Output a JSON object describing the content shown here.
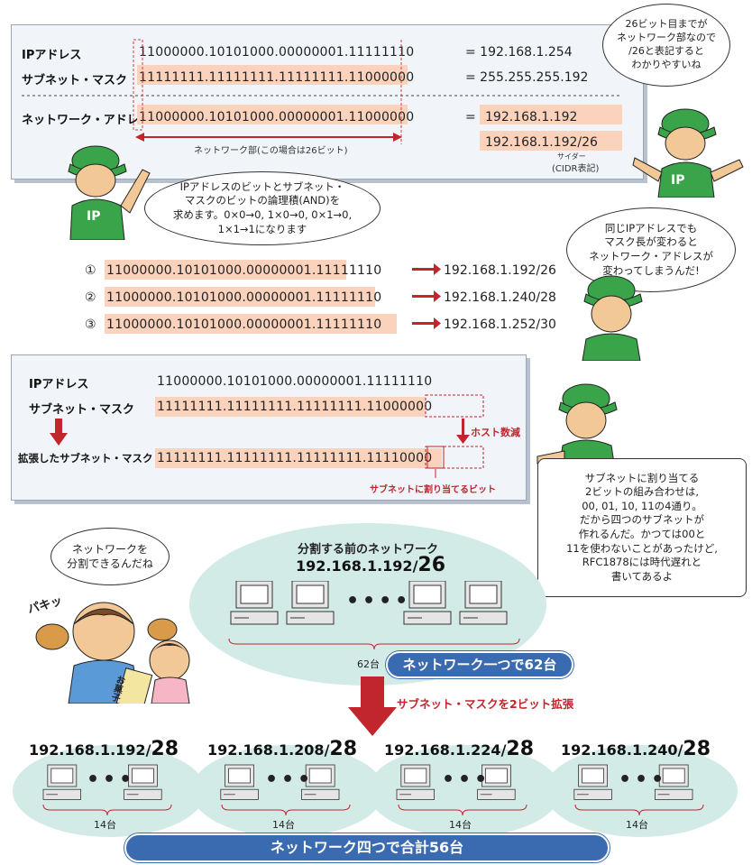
{
  "panel1": {
    "row_ip": {
      "label": "IPアドレス",
      "bits": "11000000.10101000.00000001.11111110",
      "eq": "= 192.168.1.254"
    },
    "row_mask": {
      "label": "サブネット・マスク",
      "bits": "11111111.11111111.11111111.11000000",
      "eq": "= 255.255.255.192"
    },
    "row_net": {
      "label": "ネットワーク・アドレス",
      "bits": "11000000.10101000.00000001.11000000",
      "eq": "=",
      "result": "192.168.1.192"
    },
    "cidr": "192.168.1.192/26",
    "net_part": "ネットワーク部(この場合は26ビット)",
    "cidr_ruby": "サイダー",
    "cidr_note": "(CIDR表記)"
  },
  "bubbles": {
    "b1": "26ビット目までが\nネットワーク部なので\n/26と表記すると\nわかりやすいね",
    "b2": "IPアドレスのビットとサブネット・\nマスクのビットの論理積(AND)を\n求めます。0×0→0, 1×0→0, 0×1→0,\n1×1→1になります",
    "b3": "同じIPアドレスでも\nマスク長が変わると\nネットワーク・アドレスが\n変わってしまうんだ!",
    "b4": "サブネットに割り当てる\n2ビットの組み合わせは,\n00, 01, 10, 11の4通り。\nだから四つのサブネットが\n作れるんだ。かつては00と\n11を使わないことがあったけど,\nRFC1878には時代遅れと\n書いてあるよ",
    "b5": "ネットワークを\n分割できるんだね"
  },
  "mask_rows": [
    {
      "num": "①",
      "bits": "11000000.10101000.00000001.11111110",
      "result": "192.168.1.192/26"
    },
    {
      "num": "②",
      "bits": "11000000.10101000.00000001.11111110",
      "result": "192.168.1.240/28"
    },
    {
      "num": "③",
      "bits": "11000000.10101000.00000001.11111110",
      "result": "192.168.1.252/30"
    }
  ],
  "panel2": {
    "row_ip": {
      "label": "IPアドレス",
      "bits": "11000000.10101000.00000001.11111110"
    },
    "row_mask": {
      "label": "サブネット・マスク",
      "bits": "11111111.11111111.11111111.11000000"
    },
    "row_ext": {
      "label": "拡張したサブネット・マスク",
      "bits": "11111111.11111111.11111111.11110000"
    },
    "host_count": "ホスト数減",
    "subnet_bits": "サブネットに割り当てるビット"
  },
  "character_label": "IP",
  "sound_effect": "パキッ",
  "snack_label": "お菓子",
  "before": {
    "title": "分割する前のネットワーク",
    "ip": "192.168.1.192/",
    "prefix": "26",
    "count": "62台",
    "summary": "ネットワーク一つで62台",
    "dots": "••••"
  },
  "arrow_label": "サブネット・マスクを2ビット拡張",
  "subnets": [
    {
      "ip": "192.168.1.192/",
      "prefix": "28",
      "count": "14台"
    },
    {
      "ip": "192.168.1.208/",
      "prefix": "28",
      "count": "14台"
    },
    {
      "ip": "192.168.1.224/",
      "prefix": "28",
      "count": "14台"
    },
    {
      "ip": "192.168.1.240/",
      "prefix": "28",
      "count": "14台"
    }
  ],
  "subnet_dots": "•••",
  "total_summary": "ネットワーク四つで合計56台"
}
